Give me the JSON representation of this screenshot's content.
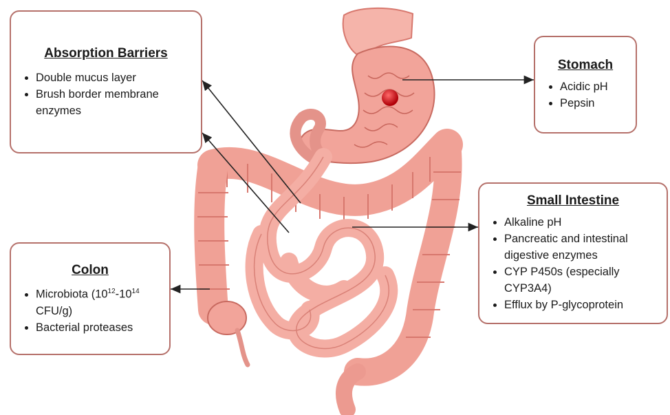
{
  "boxes": {
    "absorption": {
      "title": "Absorption Barriers",
      "items": [
        "Double mucus layer",
        "Brush border membrane enzymes"
      ]
    },
    "stomach": {
      "title": "Stomach",
      "items": [
        "Acidic pH",
        "Pepsin"
      ]
    },
    "small_intestine": {
      "title": "Small Intestine",
      "items": [
        "Alkaline pH",
        "Pancreatic and intestinal digestive enzymes",
        "CYP P450s (especially CYP3A4)",
        "Efflux by P-glycoprotein"
      ]
    },
    "colon": {
      "title": "Colon",
      "item1_pre": "Microbiota (10",
      "item1_sup1": "12",
      "item1_mid": "-10",
      "item1_sup2": "14",
      "item1_post": " CFU/g)",
      "items_rest": [
        "Bacterial proteases"
      ]
    }
  },
  "colors": {
    "box_border": "#b5706a",
    "organ_fill": "#f2a49a",
    "organ_dark": "#d7776d",
    "pill": "#d0141a"
  }
}
